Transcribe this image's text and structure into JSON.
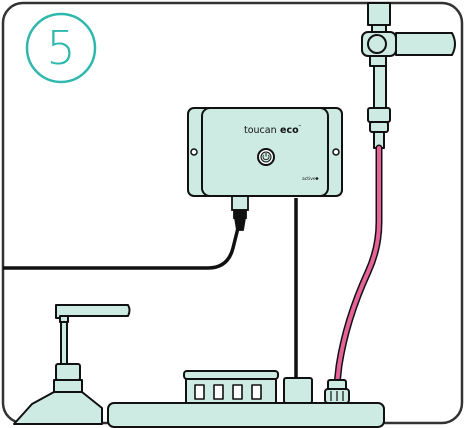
{
  "step": {
    "number": "5"
  },
  "device": {
    "brand": "toucan",
    "model": "eco",
    "trademark": "™",
    "status_label": "active"
  },
  "colors": {
    "teal": "#2fb8ad",
    "mint": "#cdebe2",
    "pink_hose": "#e8629a",
    "outline": "#111111",
    "frame": "#333333"
  },
  "icons": [
    "power-icon"
  ]
}
